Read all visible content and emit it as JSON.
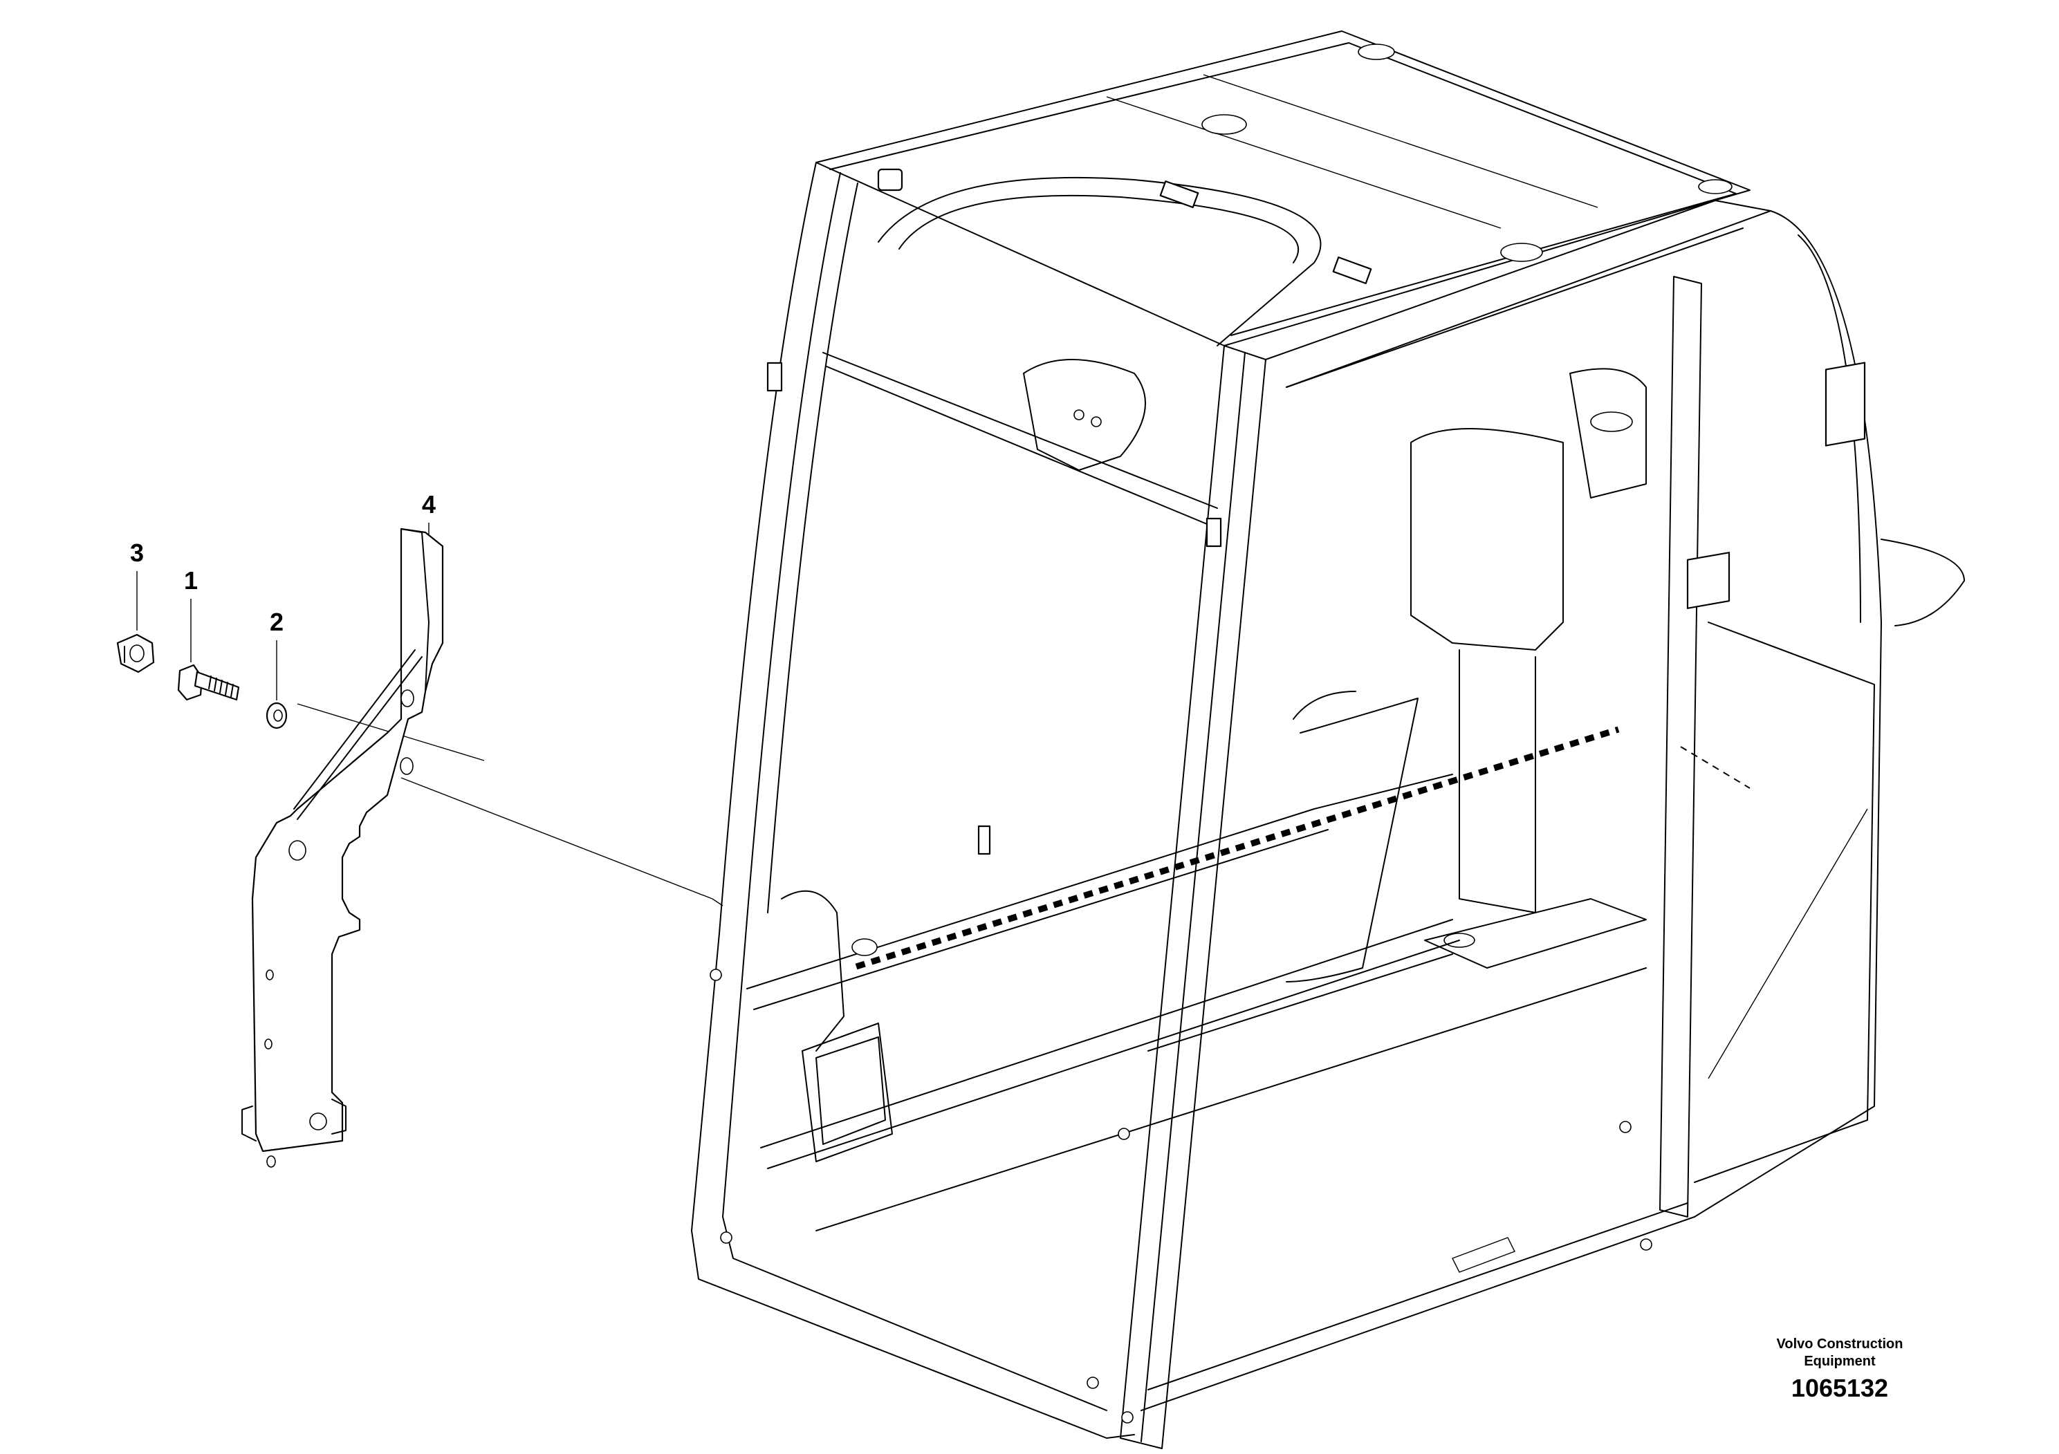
{
  "drawing": {
    "callouts": [
      {
        "id": "3",
        "label": "3"
      },
      {
        "id": "1",
        "label": "1"
      },
      {
        "id": "2",
        "label": "2"
      },
      {
        "id": "4",
        "label": "4"
      }
    ],
    "manufacturer_line1": "Volvo Construction",
    "manufacturer_line2": "Equipment",
    "drawing_number": "1065132"
  }
}
